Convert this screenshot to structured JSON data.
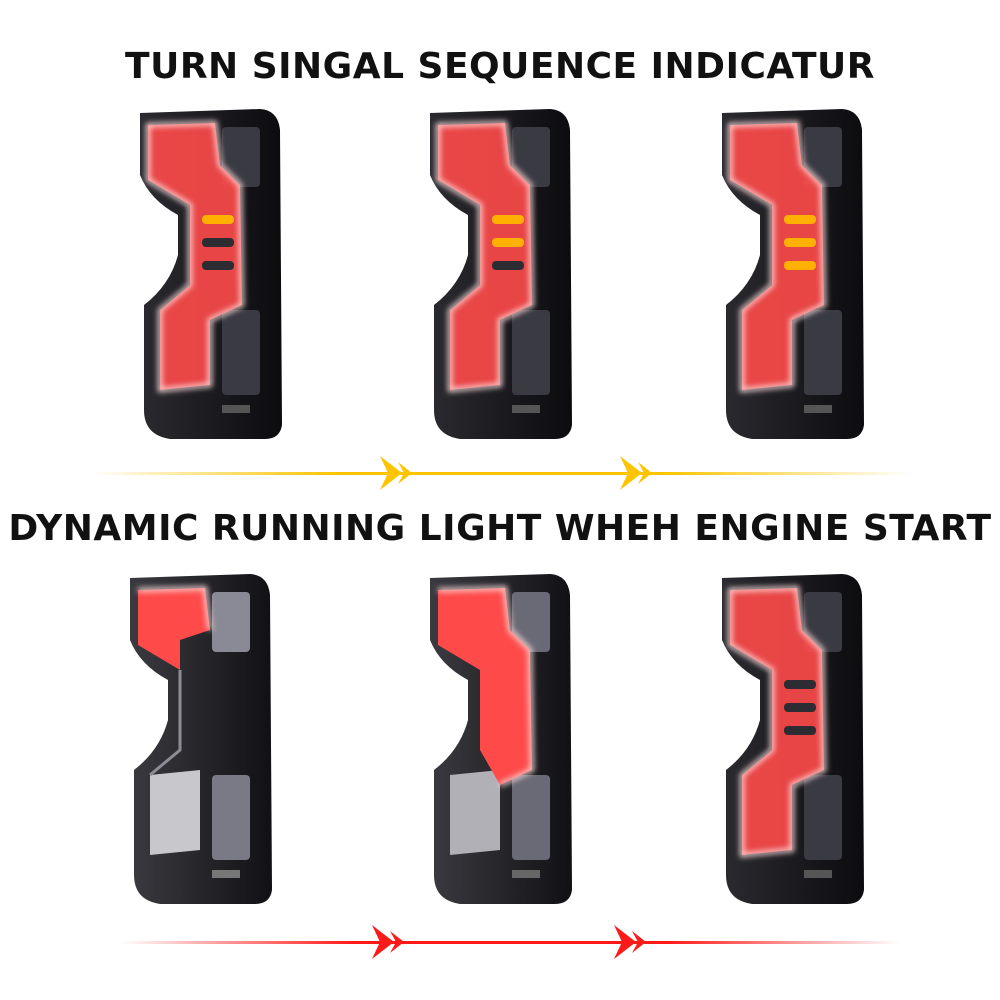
{
  "headings": {
    "turn_signal": "TURN SINGAL SEQUENCE INDICATUR",
    "running_light": "DYNAMIC RUNNING LIGHT WHEH ENGINE START"
  },
  "sequences": {
    "turn_signal": {
      "frames": 3,
      "amber_bars_lit": [
        1,
        2,
        3
      ]
    },
    "running_light": {
      "frames": 3,
      "red_fill_fraction": [
        0.2,
        0.6,
        1.0
      ]
    }
  },
  "colors": {
    "red_light": "#ff3b3b",
    "amber": "#ffb000",
    "housing": "#1b1b1f",
    "smoke_lens": "#3a3a42",
    "flow_yellow": "#ffc400",
    "flow_red": "#ff1a1a"
  },
  "icons": {
    "tail_light": "tail-light-illustration",
    "flow_arrow": "double-chevron-arrow-icon"
  }
}
